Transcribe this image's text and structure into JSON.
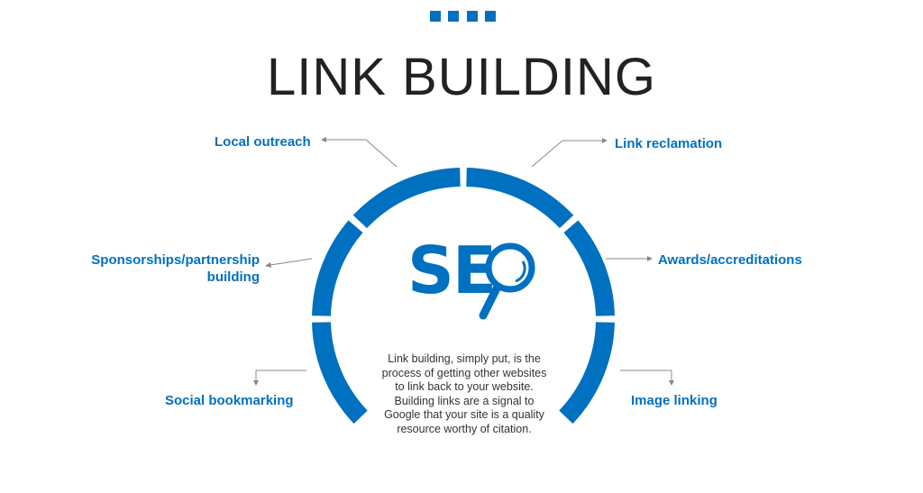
{
  "title": "LINK BUILDING",
  "center_logo": "SE",
  "description": "Link building, simply put, is the process of getting other websites to link back to your website. Building links are a signal to Google that your site is a quality resource worthy of citation.",
  "items": {
    "local_outreach": "Local outreach",
    "sponsorships": "Sponsorships/partnership building",
    "social_bookmarking": "Social bookmarking",
    "link_reclamation": "Link reclamation",
    "awards": "Awards/accreditations",
    "image_linking": "Image linking"
  },
  "colors": {
    "accent": "#0070c0",
    "arrow": "#888888"
  }
}
